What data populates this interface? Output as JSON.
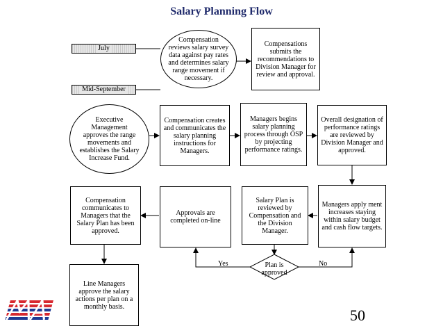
{
  "title": "Salary Planning Flow",
  "bars": {
    "july": "July",
    "mid_september": "Mid-September"
  },
  "nodes": {
    "comp_reviews": "Compensation reviews salary survey data against pay rates and determines salary range movement if necessary.",
    "comp_submits": "Compensations submits the recommendations to Division Manager for review and approval.",
    "exec_mgmt": "Executive Management approves the range movements and establishes the Salary Increase Fund.",
    "comp_creates": "Compensation creates and communicates the salary planning instructions for Managers.",
    "managers_begin": "Managers begins salary planning process through OSP by projecting performance ratings.",
    "overall_designation": "Overall designation of performance ratings are reviewed by Division Manager and approved.",
    "comp_communicates": "Compensation communicates to Managers that the Salary Plan has been approved.",
    "approvals_online": "Approvals are completed on-line",
    "salary_plan_reviewed": "Salary Plan is reviewed by Compensation and the Division Manager.",
    "managers_apply": "Managers apply ment increases staying within salary budget and cash flow targets.",
    "line_managers": "Line Managers approve the salary actions per plan on a monthly basis."
  },
  "decision": {
    "label": "Plan is approved",
    "yes": "Yes",
    "no": "No"
  },
  "page_number": "50",
  "colors": {
    "title": "#1f2a6b",
    "logo_red": "#d7282f",
    "logo_blue": "#1f3a93"
  }
}
